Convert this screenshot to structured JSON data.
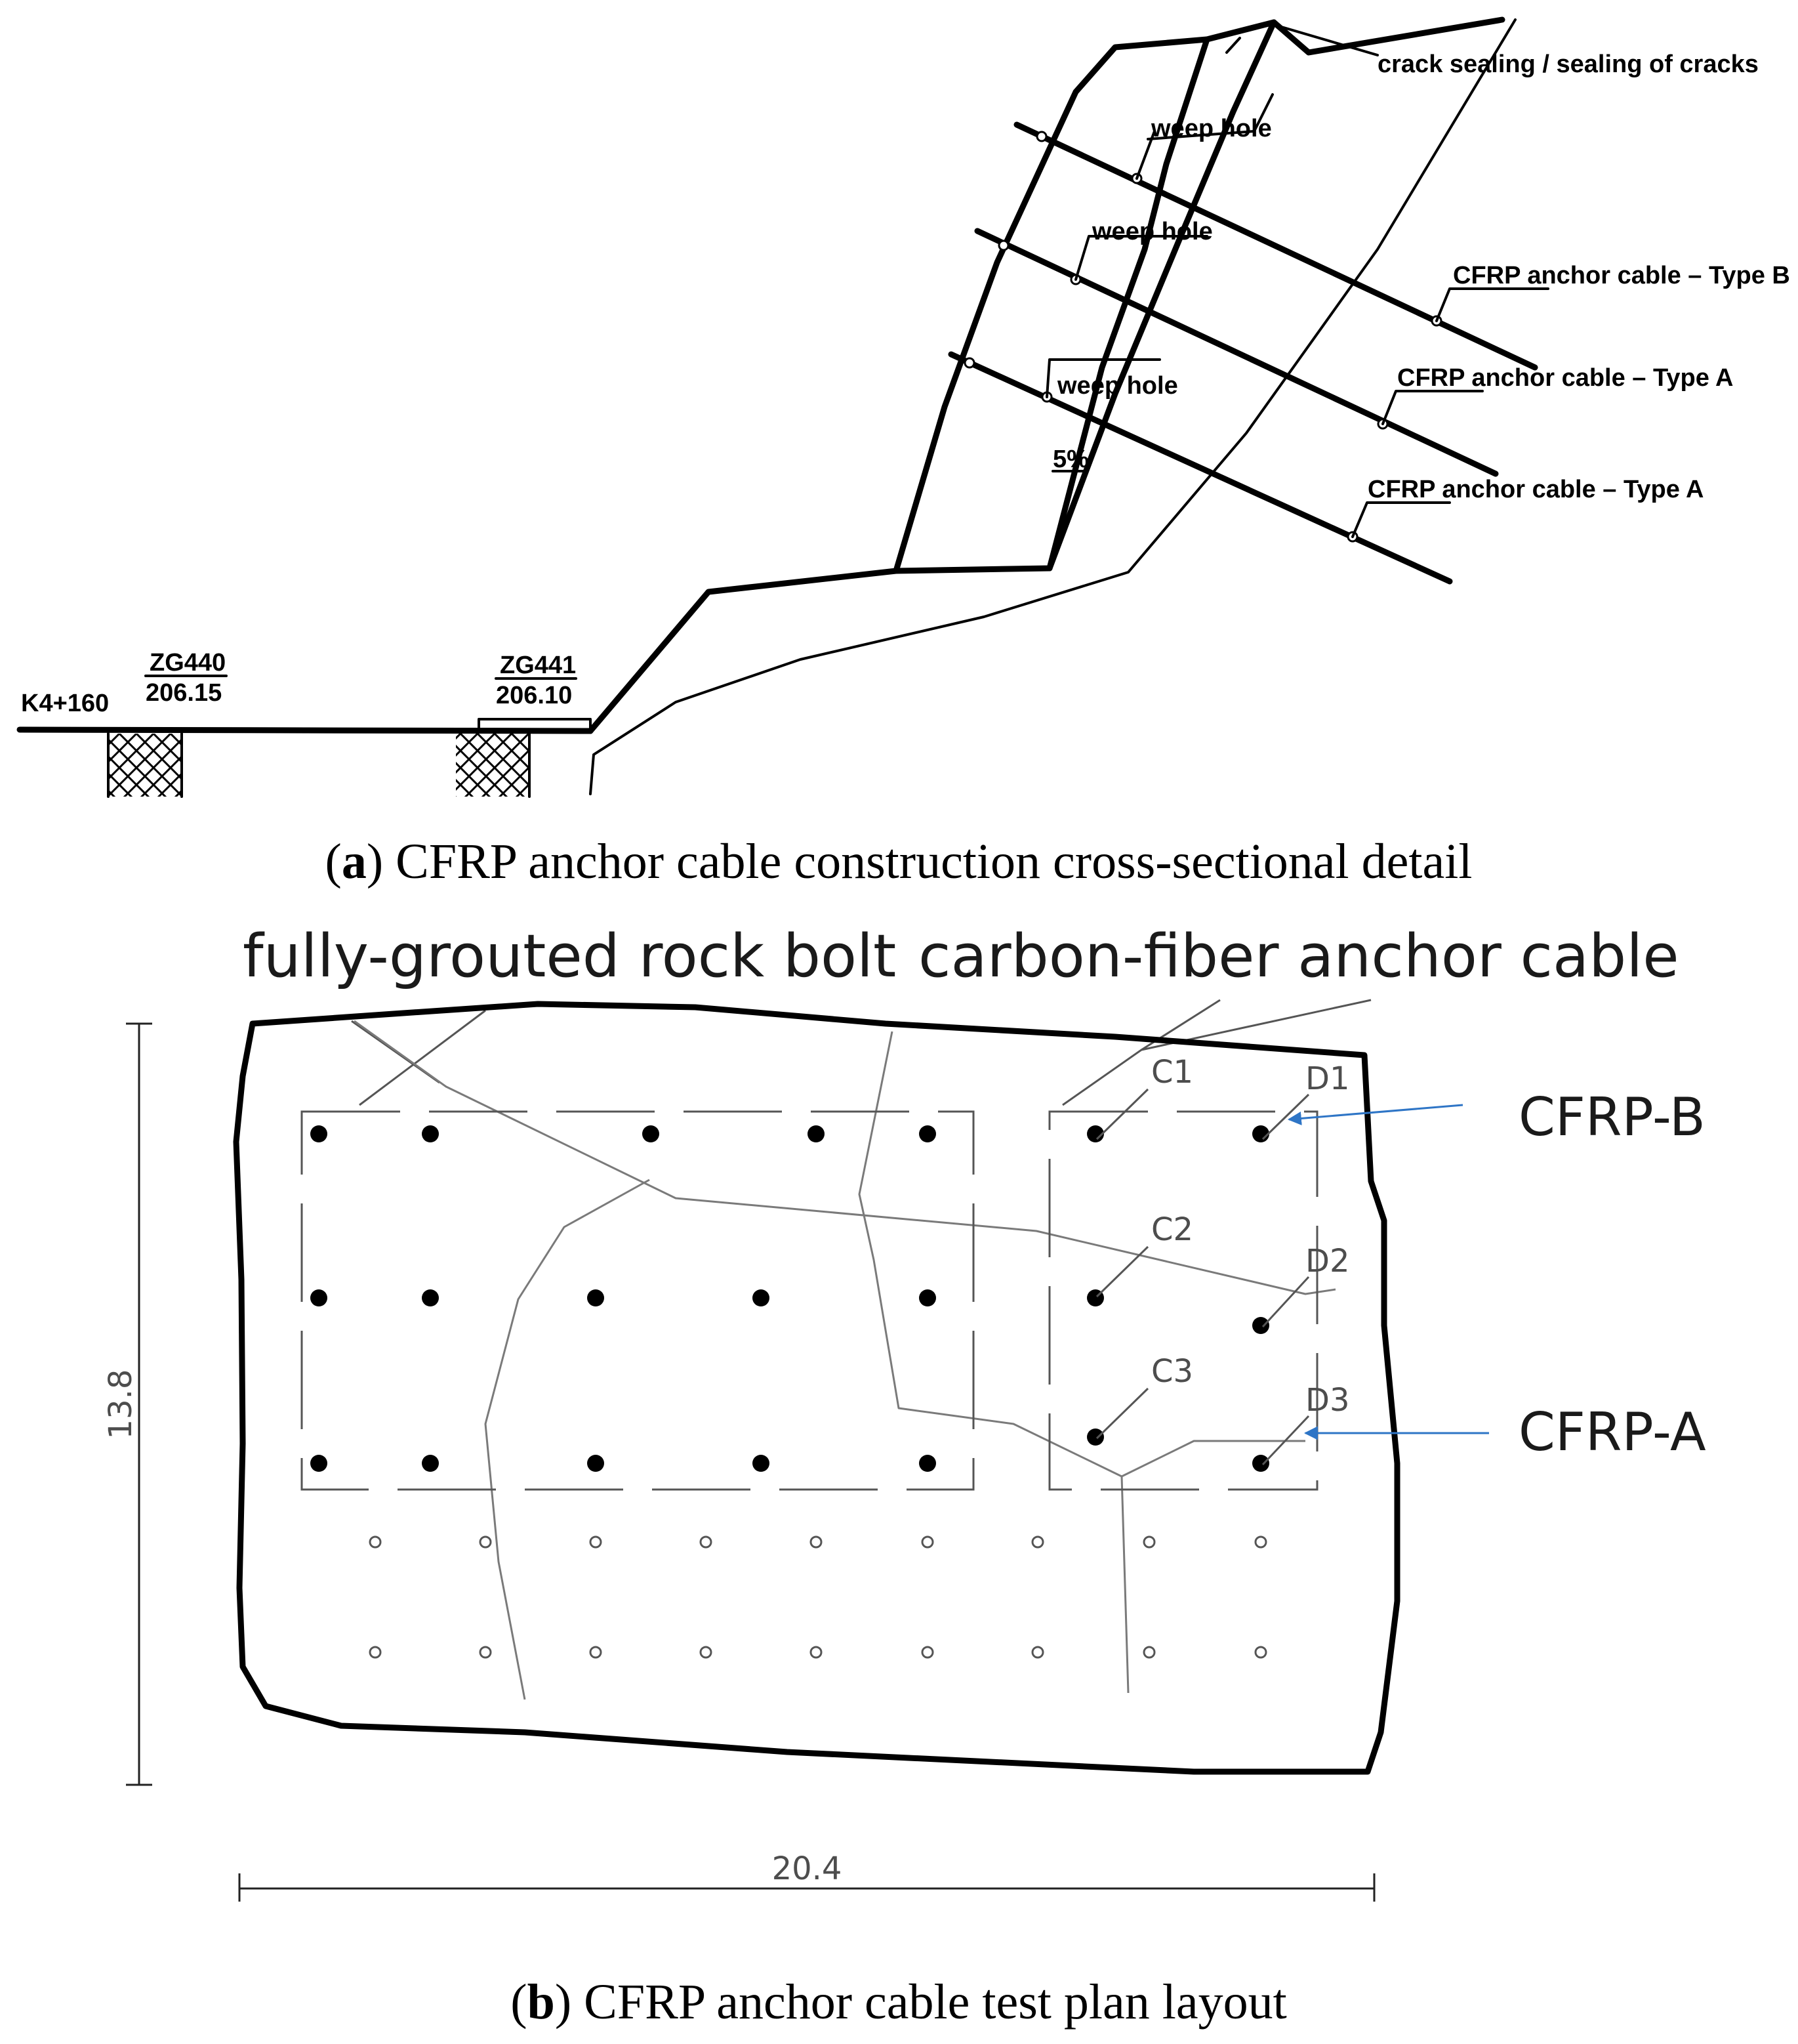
{
  "panel_a": {
    "caption_letter": "a",
    "caption_text": " CFRP anchor cable construction cross-sectional detail",
    "crack_sealing_label": "crack sealing / sealing of cracks",
    "weep_holes": [
      "weep hole",
      "weep hole",
      "weep hole"
    ],
    "cables": [
      "CFRP anchor cable  –  Type B",
      "CFRP anchor cable  –  Type A",
      "CFRP anchor cable  –  Type A"
    ],
    "slope_label": "5%",
    "chainage": "K4+160",
    "points": [
      {
        "id": "ZG440",
        "elev": "206.15"
      },
      {
        "id": "ZG441",
        "elev": "206.10"
      }
    ]
  },
  "panel_b": {
    "caption_letter": "b",
    "caption_text": " CFRP anchor cable test plan layout",
    "label_rock_bolt": "fully-grouted rock bolt",
    "label_cfrp": "carbon-fiber anchor cable",
    "cfrp_b": "CFRP-B",
    "cfrp_a": "CFRP-A",
    "height_dim": "13.8",
    "width_dim": "20.4",
    "cable_ids": [
      "C1",
      "C2",
      "C3",
      "D1",
      "D2",
      "D3"
    ]
  },
  "colors": {
    "arrow": "#2e75c6",
    "ink": "#000000"
  }
}
